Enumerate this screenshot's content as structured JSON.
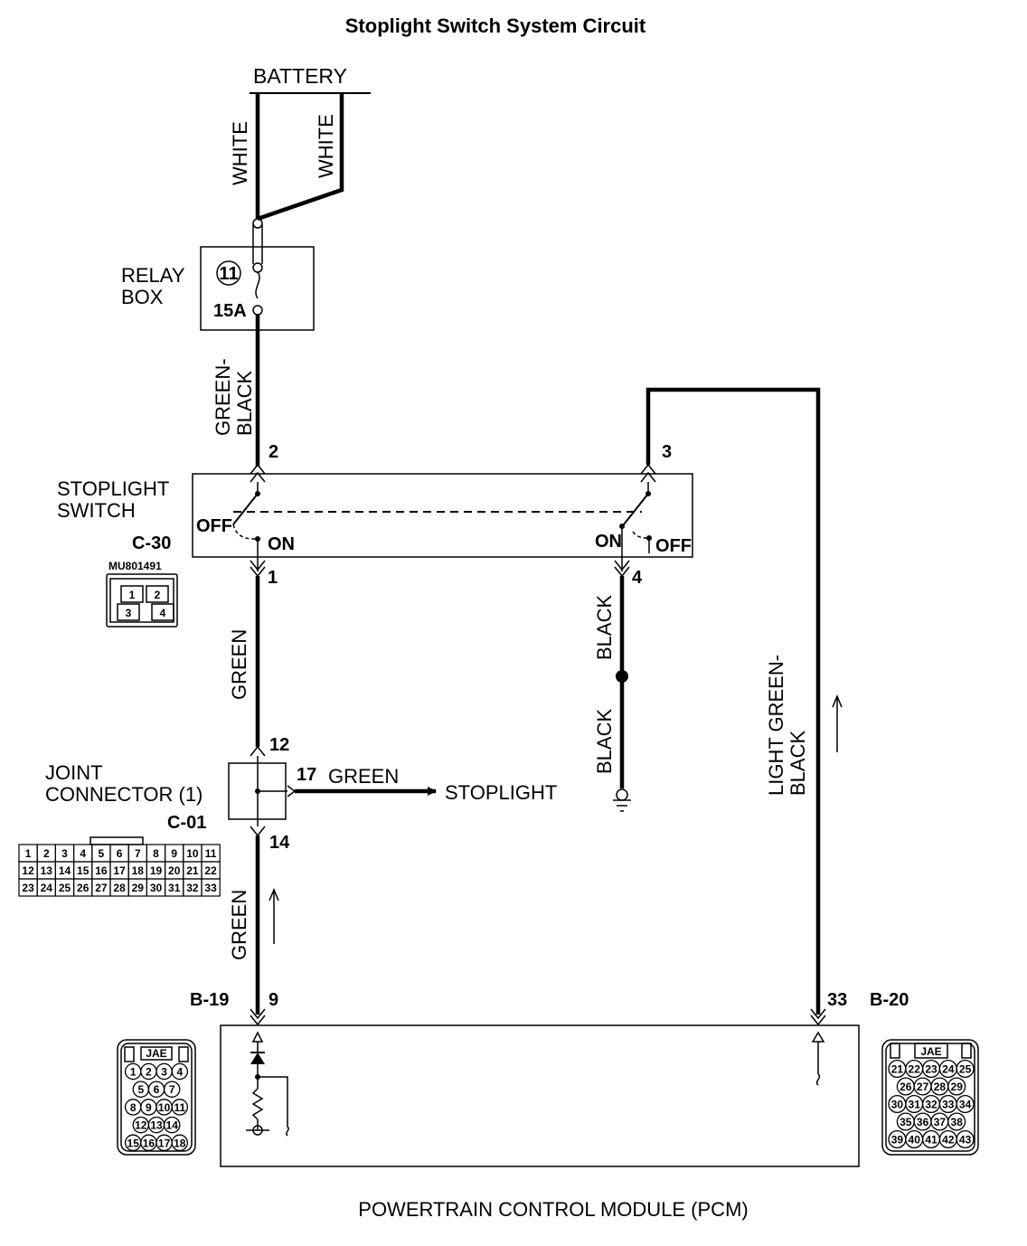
{
  "title": "Stoplight Switch System Circuit",
  "battery": "BATTERY",
  "wires": {
    "white_left": "WHITE",
    "white_right": "WHITE",
    "green_black_line1": "GREEN-",
    "green_black_line2": "BLACK",
    "green_upper": "GREEN",
    "green_lower": "GREEN",
    "black_upper": "BLACK",
    "black_lower": "BLACK",
    "light_green_black_line1": "LIGHT GREEN-",
    "light_green_black_line2": "BLACK",
    "green_to_stoplight": "GREEN"
  },
  "relay_box": {
    "label_line1": "RELAY",
    "label_line2": "BOX",
    "fuse_number": "11",
    "fuse_rating": "15A"
  },
  "stoplight_switch": {
    "label_line1": "STOPLIGHT",
    "label_line2": "SWITCH",
    "connector": "C-30",
    "part_number": "MU801491",
    "pin_2": "2",
    "pin_3": "3",
    "pin_1": "1",
    "pin_4": "4",
    "off_left": "OFF",
    "on_left": "ON",
    "on_right": "ON",
    "off_right": "OFF",
    "connector_cells": [
      "1",
      "2",
      "3",
      "4"
    ]
  },
  "joint_connector": {
    "label_line1": "JOINT",
    "label_line2": "CONNECTOR (1)",
    "connector": "C-01",
    "pin_12": "12",
    "pin_17": "17",
    "pin_14": "14",
    "destination": "STOPLIGHT",
    "grid_rows": [
      [
        "1",
        "2",
        "3",
        "4",
        "5",
        "6",
        "7",
        "8",
        "9",
        "10",
        "11"
      ],
      [
        "12",
        "13",
        "14",
        "15",
        "16",
        "17",
        "18",
        "19",
        "20",
        "21",
        "22"
      ],
      [
        "23",
        "24",
        "25",
        "26",
        "27",
        "28",
        "29",
        "30",
        "31",
        "32",
        "33"
      ]
    ]
  },
  "pcm": {
    "label": "POWERTRAIN CONTROL MODULE (PCM)",
    "connector_left": "B-19",
    "connector_right": "B-20",
    "pin_9": "9",
    "pin_33": "33",
    "maker": "JAE",
    "left_connector_rows": [
      [
        "1",
        "2",
        "3",
        "4"
      ],
      [
        "5",
        "6",
        "7"
      ],
      [
        "8",
        "9",
        "10",
        "11"
      ],
      [
        "12",
        "13",
        "14"
      ],
      [
        "15",
        "16",
        "17",
        "18"
      ]
    ],
    "right_connector_rows": [
      [
        "21",
        "22",
        "23",
        "24",
        "25"
      ],
      [
        "26",
        "27",
        "28",
        "29"
      ],
      [
        "30",
        "31",
        "32",
        "33",
        "34"
      ],
      [
        "35",
        "36",
        "37",
        "38"
      ],
      [
        "39",
        "40",
        "41",
        "42",
        "43"
      ]
    ]
  }
}
